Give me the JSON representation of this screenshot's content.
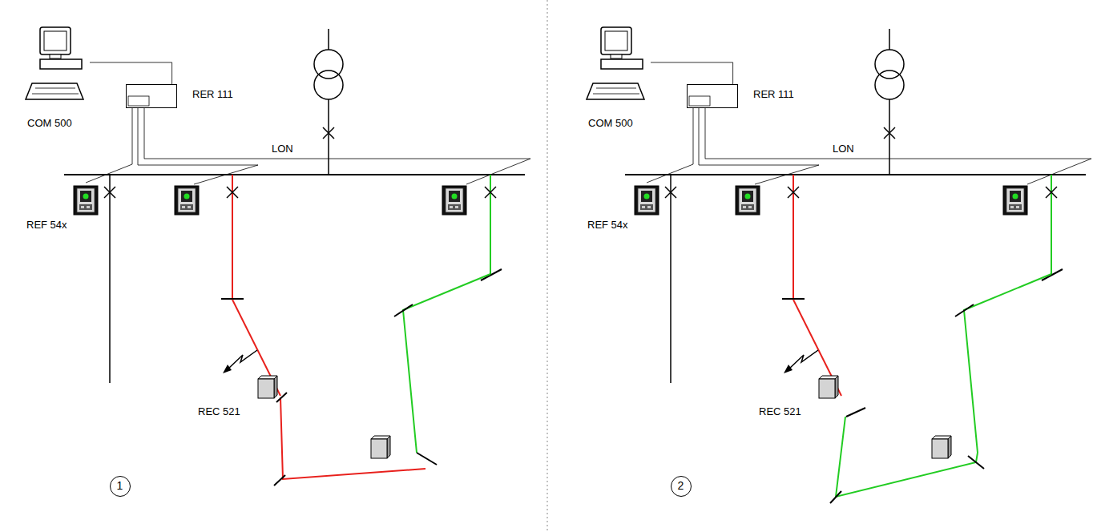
{
  "diagram": {
    "nodes": [
      {
        "text": [
          "COM 500"
        ]
      },
      {
        "text": [
          "RER 111"
        ]
      },
      {
        "text": [
          "REF 54x"
        ]
      },
      {
        "text": [
          "REC 521"
        ]
      },
      {
        "text": [
          "1"
        ]
      },
      {
        "text": [
          "COM 500"
        ]
      },
      {
        "text": [
          "RER 111"
        ]
      },
      {
        "text": [
          "REF 54x"
        ]
      },
      {
        "text": [
          "REC 521"
        ]
      },
      {
        "text": [
          "2"
        ]
      }
    ],
    "edges": [
      {
        "from": 0,
        "to": 1,
        "arrow": "none"
      },
      {
        "from": 1,
        "to": 2,
        "arrow": "none"
      },
      {
        "from": 5,
        "to": 6,
        "arrow": "none"
      },
      {
        "from": 6,
        "to": 7,
        "arrow": "none"
      }
    ],
    "labels": [
      "LON",
      "LON"
    ]
  }
}
